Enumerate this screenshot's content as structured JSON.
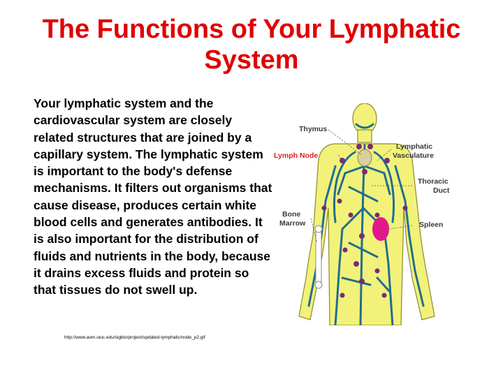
{
  "title": "The Functions of Your Lymphatic System",
  "paragraph": "Your  lymphatic system and the cardiovascular system are closely related structures that are joined by a capillary system. The lymphatic system is important to the body's defense mechanisms. It filters out organisms that cause disease, produces certain white blood cells and generates antibodies. It is also important for the distribution of fluids and nutrients in the body, because it drains excess fluids and protein so that tissues do not swell up.",
  "source_url": "http://www.aom.uiuc.edu/sigbio/project/updated-lymphatic/node_p2.gif",
  "figure": {
    "labels": {
      "thymus": "Thymus",
      "lymph_node": "Lymph Node",
      "lymphatic_vasculature_1": "Lymphatic",
      "lymphatic_vasculature_2": "Vasculature",
      "thoracic_duct_1": "Thoracic",
      "thoracic_duct_2": "Duct",
      "bone_marrow_1": "Bone",
      "bone_marrow_2": "Marrow",
      "spleen": "Spleen"
    },
    "colors": {
      "body": "#f2f27a",
      "body_outline": "#8a8a30",
      "vessel": "#1f6f8f",
      "node": "#7a2a7a",
      "spleen": "#e0188a",
      "label_red": "#d71f1f"
    }
  }
}
